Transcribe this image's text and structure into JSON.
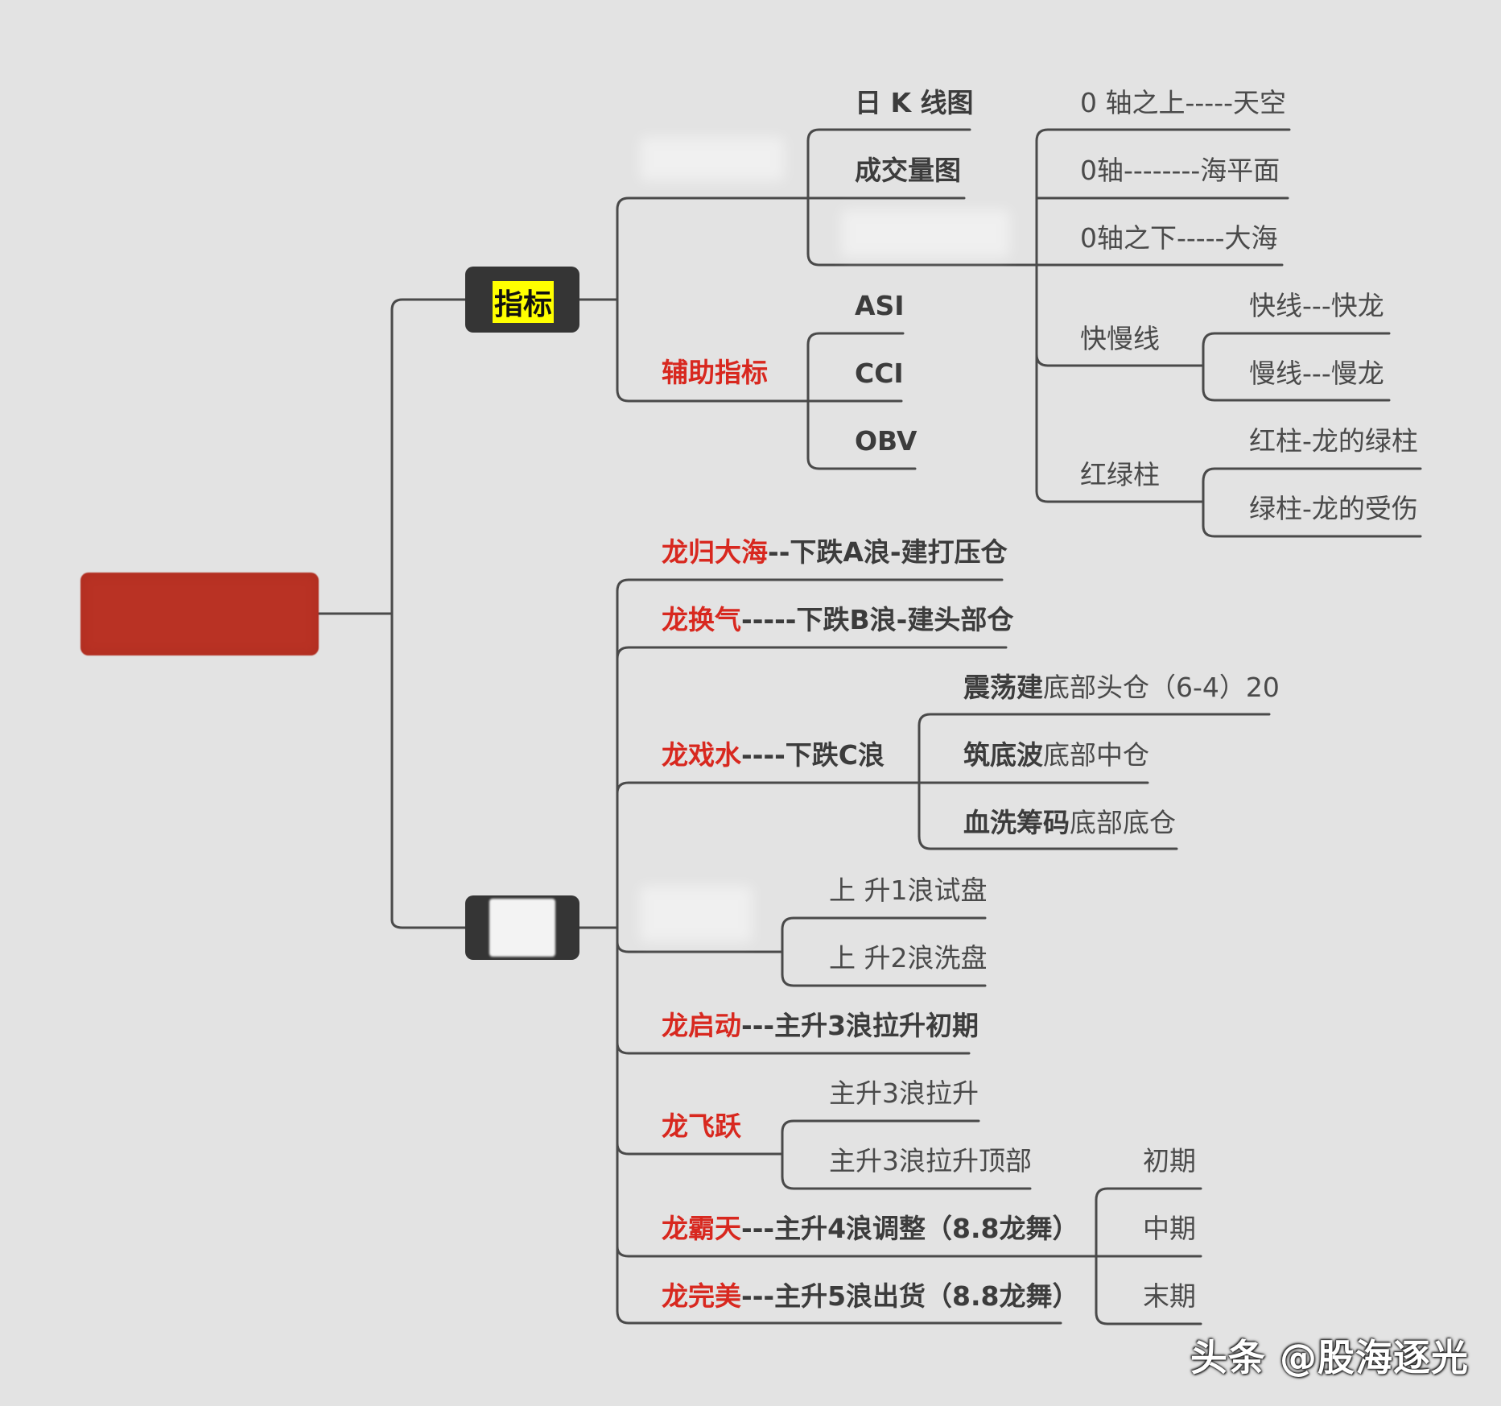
{
  "root": {
    "label": ""
  },
  "indicators": {
    "label": "指标",
    "main": {
      "label": "",
      "children": [
        {
          "label": "日 K 线图"
        },
        {
          "label": "成交量图"
        },
        {
          "label": "",
          "children": [
            {
              "label": "0 轴之上-----天空"
            },
            {
              "label": "0轴--------海平面"
            },
            {
              "label": "0轴之下-----大海"
            },
            {
              "label": "快慢线",
              "children": [
                {
                  "label": "快线---快龙"
                },
                {
                  "label": "慢线---慢龙"
                }
              ]
            },
            {
              "label": "红绿柱",
              "children": [
                {
                  "label": "红柱-龙的绿柱"
                },
                {
                  "label": "绿柱-龙的受伤"
                }
              ]
            }
          ]
        }
      ]
    },
    "aux": {
      "label": "辅助指标",
      "children": [
        {
          "label": "ASI"
        },
        {
          "label": "CCI"
        },
        {
          "label": "OBV"
        }
      ]
    }
  },
  "stages": {
    "label": "",
    "items": [
      {
        "name": "龙归大海",
        "rest": "--下跌A浪-建打压仓"
      },
      {
        "name": "龙换气",
        "rest": "-----下跌B浪-建头部仓"
      },
      {
        "name": "龙戏水",
        "rest": "----下跌C浪",
        "children": [
          {
            "strong": "震荡建",
            "rest": "底部头仓（6-4）20"
          },
          {
            "strong": "筑底波",
            "rest": "底部中仓"
          },
          {
            "strong": "血洗筹码",
            "rest": "底部底仓"
          }
        ]
      },
      {
        "name": "",
        "rest": "",
        "children": [
          {
            "label": "上 升1浪试盘"
          },
          {
            "label": "上 升2浪洗盘"
          }
        ]
      },
      {
        "name": "龙启动",
        "rest": "---主升3浪拉升初期"
      },
      {
        "name": "龙飞跃",
        "rest": "",
        "children": [
          {
            "label": "主升3浪拉升"
          },
          {
            "label": "主升3浪拉升顶部"
          }
        ]
      },
      {
        "name": "龙霸天",
        "rest": "---主升4浪调整（8.8龙舞）"
      },
      {
        "name": "龙完美",
        "rest": "---主升5浪出货（8.8龙舞）"
      }
    ],
    "phases": [
      {
        "label": "初期"
      },
      {
        "label": "中期"
      },
      {
        "label": "末期"
      }
    ]
  },
  "watermark": "头条 @股海逐光",
  "colors": {
    "background": "#e3e3e3",
    "line": "#4a4a4a",
    "root": "#b93224",
    "accent": "#d8281f",
    "highlight": "#ffff00"
  }
}
